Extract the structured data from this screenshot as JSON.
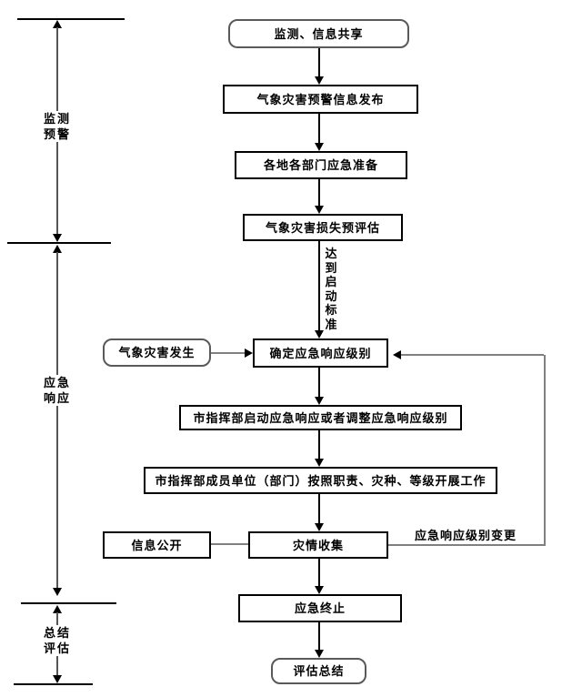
{
  "phases": {
    "monitoring": {
      "line1": "监测",
      "line2": "预警"
    },
    "response": {
      "line1": "应急",
      "line2": "响应"
    },
    "summary": {
      "line1": "总结",
      "line2": "评估"
    }
  },
  "nodes": {
    "monitor_share": "监测、信息共享",
    "warning_release": "气象灾害预警信息发布",
    "preparation": "各地各部门应急准备",
    "loss_preassessment": "气象灾害损失预评估",
    "disaster_occurs": "气象灾害发生",
    "determine_level": "确定应急响应级别",
    "start_adjust_response": "市指挥部启动应急响应或者调整应急响应级别",
    "members_work": "市指挥部成员单位（部门）按照职责、灾种、等级开展工作",
    "info_disclosure": "信息公开",
    "disaster_collection": "灾情收集",
    "emergency_end": "应急终止",
    "evaluation_summary": "评估总结"
  },
  "edge_labels": {
    "activation_standard": "达到启动标准",
    "level_change": "应急响应级别变更"
  },
  "colors": {
    "box_border": "#000000",
    "rounded_border": "#595959",
    "connector": "#808080",
    "arrow": "#000000",
    "background": "#ffffff"
  }
}
